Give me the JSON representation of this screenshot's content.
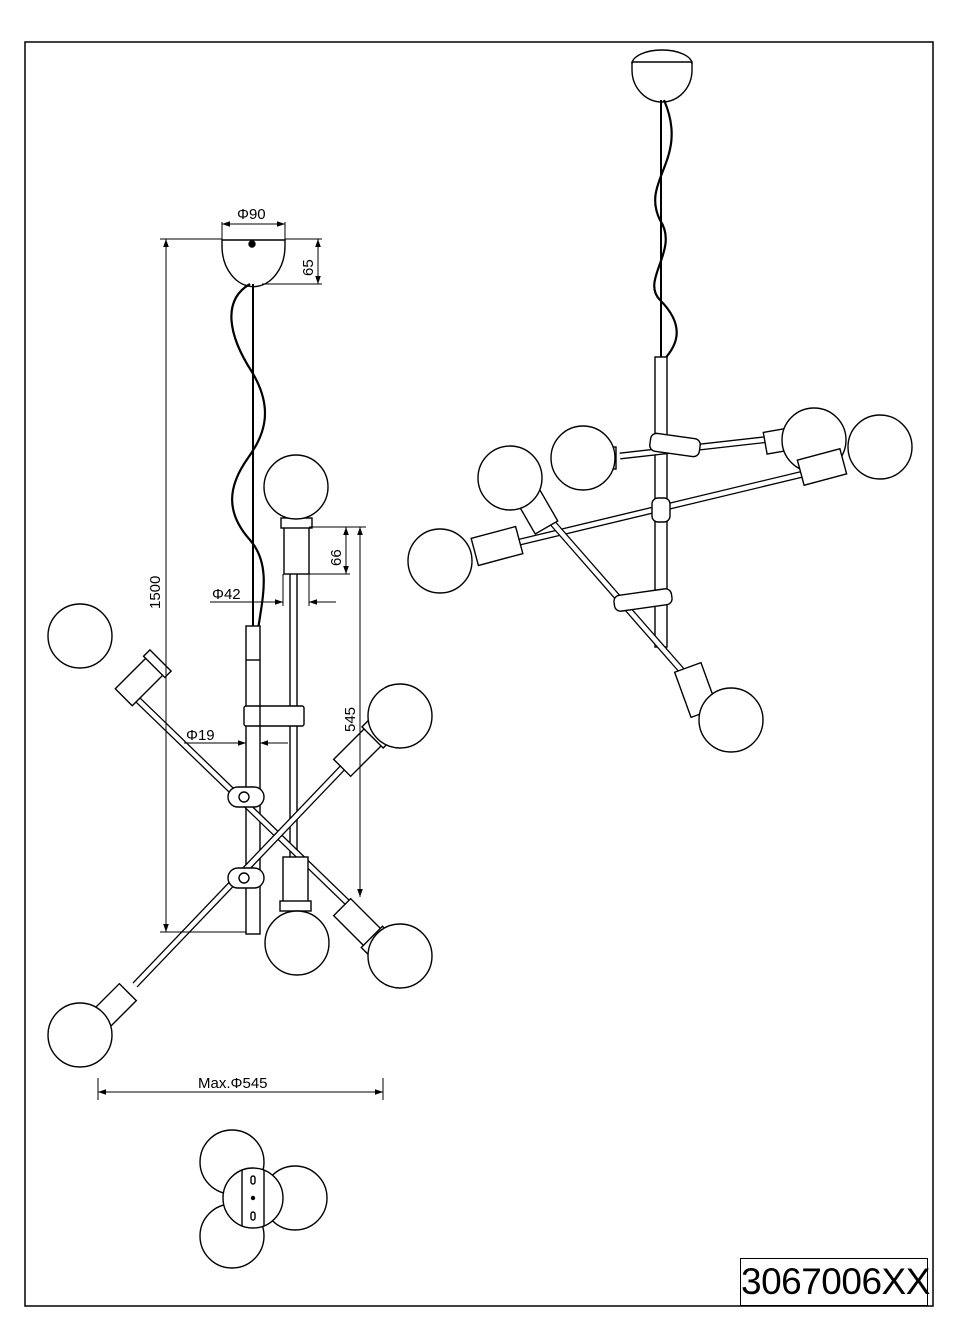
{
  "dimensions": {
    "canopy_diameter": "Φ90",
    "canopy_height": "65",
    "overall_height": "1500",
    "socket_height": "66",
    "socket_diameter": "Φ42",
    "tube_diameter": "Φ19",
    "arm_span": "545",
    "max_diameter": "Max.Φ545"
  },
  "product_code": "3067006XX"
}
